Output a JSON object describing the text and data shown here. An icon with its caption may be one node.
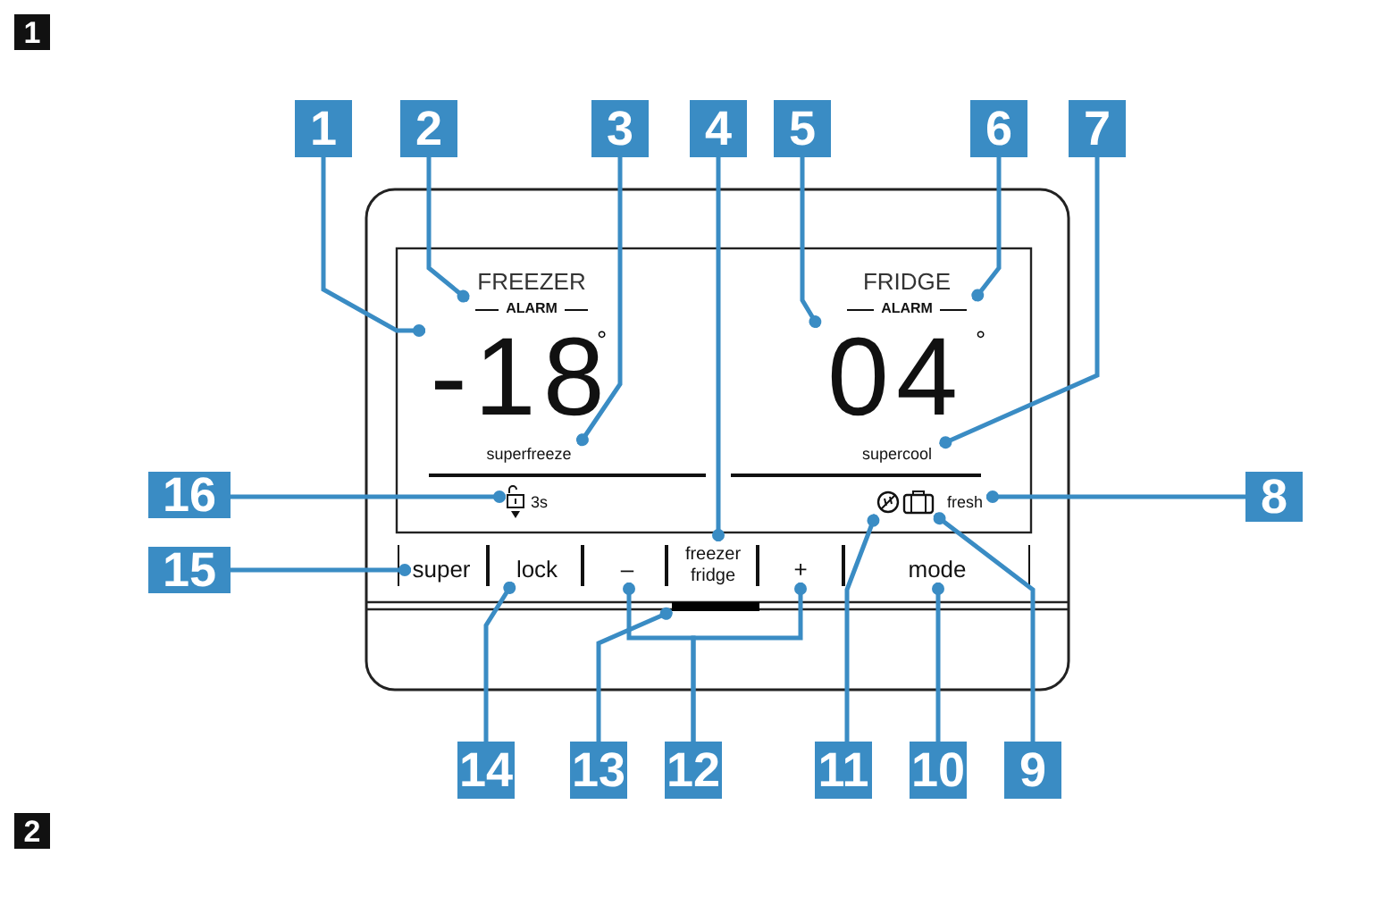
{
  "diagram": {
    "nodes": [
      {
        "text": [
          "1"
        ]
      },
      {
        "text": [
          "2"
        ]
      },
      {
        "text": [
          "3"
        ]
      },
      {
        "text": [
          "4"
        ]
      },
      {
        "text": [
          "5"
        ]
      },
      {
        "text": [
          "6"
        ]
      },
      {
        "text": [
          "7"
        ]
      },
      {
        "text": [
          "ALARM"
        ],
        "beside": [
          "FREEZER"
        ]
      },
      {
        "text": [
          "-18"
        ]
      },
      {
        "text": [
          "superfreeze"
        ]
      },
      {
        "text": [
          "ALARM"
        ],
        "beside": [
          "FRIDGE"
        ]
      },
      {
        "text": [
          "04"
        ]
      },
      {
        "text": [
          "supercool"
        ]
      },
      {
        "text": [
          "16"
        ]
      },
      {
        "text": [
          "3s"
        ]
      },
      {
        "text": [],
        "shape": "picture"
      },
      {
        "text": [],
        "shape": "picture"
      },
      {
        "text": [
          "fresh"
        ]
      },
      {
        "text": [
          "8"
        ]
      },
      {
        "text": [
          "15"
        ]
      },
      {
        "text": [
          "super"
        ]
      },
      {
        "text": [
          "lock"
        ]
      },
      {
        "text": [
          "–"
        ]
      },
      {
        "text": [
          "freezer fridge"
        ]
      },
      {
        "text": [
          "+"
        ]
      },
      {
        "text": [
          "mode"
        ]
      },
      {
        "text": [],
        "shape": "bar"
      },
      {
        "text": [
          "14"
        ]
      },
      {
        "text": [
          "13"
        ]
      },
      {
        "text": [
          "12"
        ]
      },
      {
        "text": [
          "11"
        ]
      },
      {
        "text": [
          "10"
        ]
      },
      {
        "text": [
          "9"
        ]
      }
    ],
    "edges": [
      {
        "from": 0,
        "to": 8,
        "arrow": "other"
      },
      {
        "from": 1,
        "to": 7,
        "arrow": "other"
      },
      {
        "from": 2,
        "to": 9,
        "arrow": "other"
      },
      {
        "from": 3,
        "to": 23,
        "arrow": "other"
      },
      {
        "from": 4,
        "to": 11,
        "arrow": "other"
      },
      {
        "from": 5,
        "to": 10,
        "arrow": "other"
      },
      {
        "from": 6,
        "to": 12,
        "arrow": "other"
      },
      {
        "from": 18,
        "to": 17,
        "arrow": "other"
      },
      {
        "from": 32,
        "to": 16,
        "arrow": "other"
      },
      {
        "from": 31,
        "to": 25,
        "arrow": "other"
      },
      {
        "from": 30,
        "to": 15,
        "arrow": "other"
      },
      {
        "from": 29,
        "to": 24,
        "arrow": "other"
      },
      {
        "from": 29,
        "to": 22,
        "arrow": "other"
      },
      {
        "from": 28,
        "to": 26,
        "arrow": "other"
      },
      {
        "from": 27,
        "to": 21,
        "arrow": "other"
      },
      {
        "from": 19,
        "to": 20,
        "arrow": "other"
      },
      {
        "from": 13,
        "to": 14,
        "arrow": "other"
      }
    ],
    "labels": [
      "1",
      "°",
      "°",
      "2"
    ]
  }
}
